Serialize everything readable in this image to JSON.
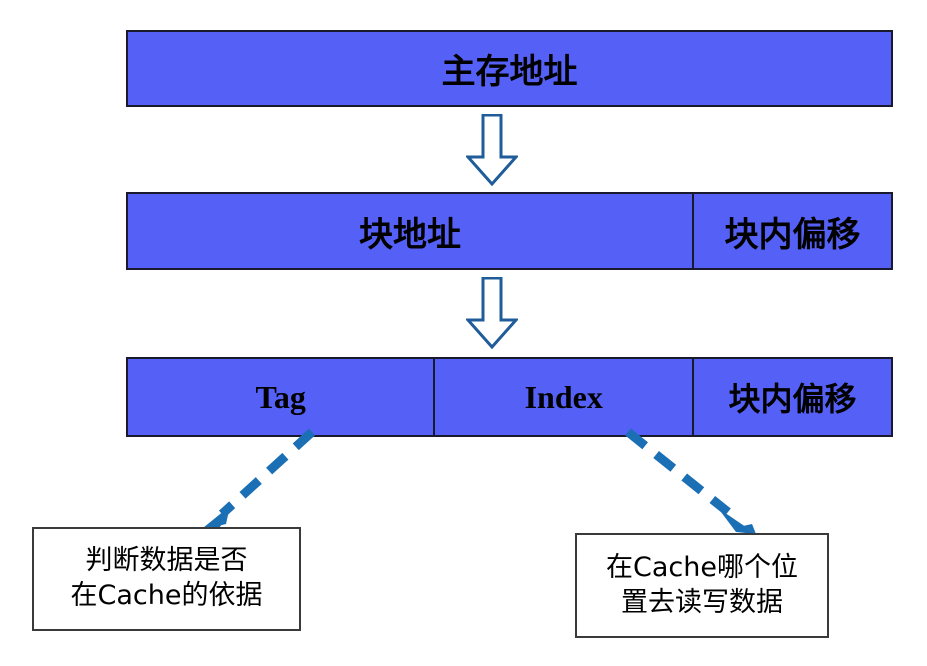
{
  "diagram": {
    "title": "Cache address field decomposition",
    "colors": {
      "bar_fill": "#5560f6",
      "bar_border": "#1a1a2e",
      "block_arrow_outline": "#1f5c99",
      "block_arrow_fill": "#ffffff",
      "connector": "#1a6fb5",
      "callout_border": "#3a3a3a",
      "callout_fill": "#ffffff",
      "text": "#000000"
    },
    "rows": [
      {
        "name": "main-memory-address",
        "segments": [
          {
            "label": "主存地址"
          }
        ]
      },
      {
        "name": "block-split",
        "segments": [
          {
            "label": "块地址"
          },
          {
            "label": "块内偏移"
          }
        ]
      },
      {
        "name": "cache-fields",
        "segments": [
          {
            "label": "Tag"
          },
          {
            "label": "Index"
          },
          {
            "label": "块内偏移"
          }
        ]
      }
    ],
    "arrows": [
      {
        "name": "block-arrow-down-1",
        "direction": "down",
        "style": "hollow-block"
      },
      {
        "name": "block-arrow-down-2",
        "direction": "down",
        "style": "hollow-block"
      },
      {
        "name": "connector-tag",
        "direction": "down-left",
        "style": "dashed"
      },
      {
        "name": "connector-index",
        "direction": "down-right",
        "style": "dashed"
      }
    ],
    "callouts": [
      {
        "name": "tag-purpose",
        "lines": [
          "判断数据是否",
          "在Cache的依据"
        ]
      },
      {
        "name": "index-purpose",
        "lines": [
          "在Cache哪个位",
          "置去读写数据"
        ]
      }
    ]
  }
}
